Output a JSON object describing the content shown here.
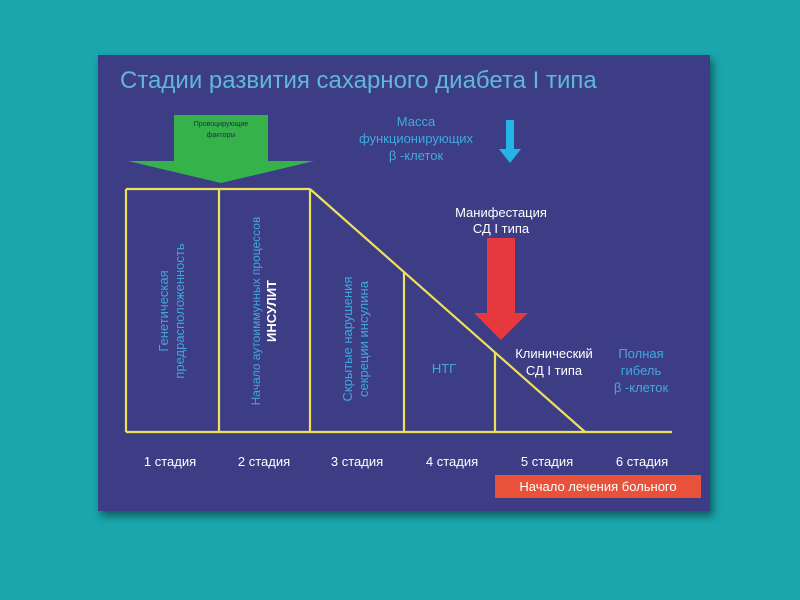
{
  "title": "Стадии развития сахарного диабета I типа",
  "provoking_factors": [
    "Провоцирующие",
    "факторы"
  ],
  "beta_cell_mass": [
    "Масса",
    "функционирующих",
    "β -клеток"
  ],
  "manifestation": [
    "Манифестация",
    "СД I типа"
  ],
  "zones": {
    "zone1": [
      "Генетическая",
      "предрасположенность"
    ],
    "zone2": [
      "Начало аутоиммунных процессов",
      "ИНСУЛИТ"
    ],
    "zone3": [
      "Скрытые нарушения",
      "секреции инсулина"
    ],
    "zone4": "НТГ",
    "zone5": [
      "Клинический",
      "СД I типа"
    ],
    "zone6": [
      "Полная",
      "гибель",
      "β -клеток"
    ]
  },
  "stages": [
    "1 стадия",
    "2 стадия",
    "3 стадия",
    "4 стадия",
    "5 стадия",
    "6 стадия"
  ],
  "treatment_start": "Начало лечения больного",
  "colors": {
    "page_bg": "#1aa6ac",
    "slide_bg": "#3d3d85",
    "title": "#5fb8d8",
    "lines": "#ede15c",
    "green_arrow": "#35b24a",
    "blue_arrow": "#23b4e8",
    "red_arrow": "#e5393d",
    "treatment_badge": "#e8523a"
  },
  "icons": {
    "provoking": "green-down-arrow-icon",
    "beta_mass": "cyan-down-arrow-icon",
    "manifestation": "red-down-arrow-icon"
  }
}
